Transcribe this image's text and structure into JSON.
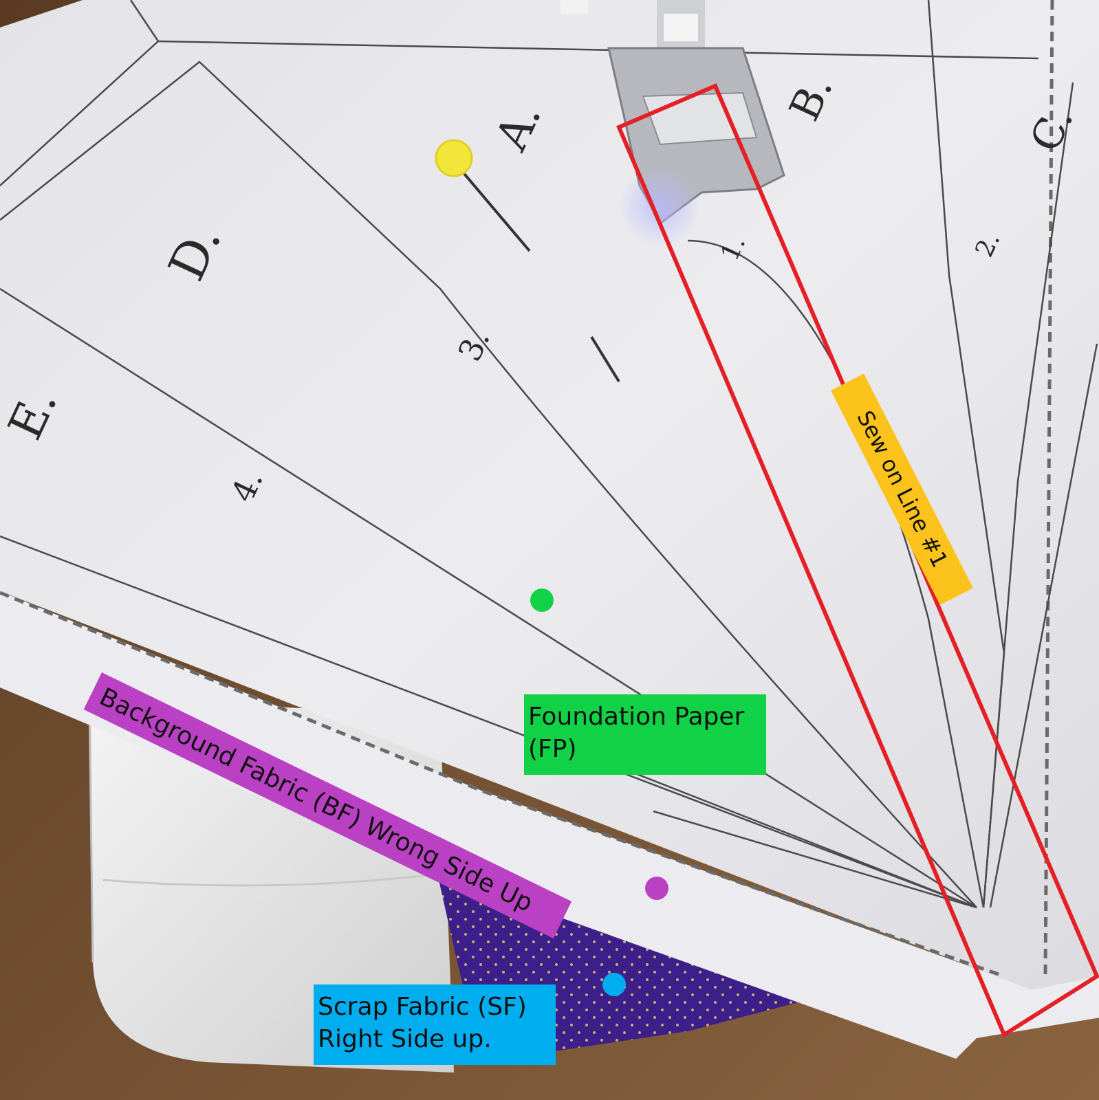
{
  "pattern": {
    "section_letters": [
      "A.",
      "B.",
      "C.",
      "D.",
      "E."
    ],
    "line_numbers": [
      "1.",
      "2.",
      "3.",
      "4."
    ]
  },
  "annotations": {
    "foundation_paper": "Foundation Paper (FP)",
    "background_fabric": "Background Fabric (BF) Wrong Side Up",
    "scrap_fabric": "Scrap Fabric (SF) Right Side up.",
    "sew_line": "Sew on Line #1"
  },
  "colors": {
    "green": "#11d146",
    "purple": "#bb41c4",
    "blue": "#00aeef",
    "yellow": "#fbc31b",
    "red": "#e41f26"
  }
}
